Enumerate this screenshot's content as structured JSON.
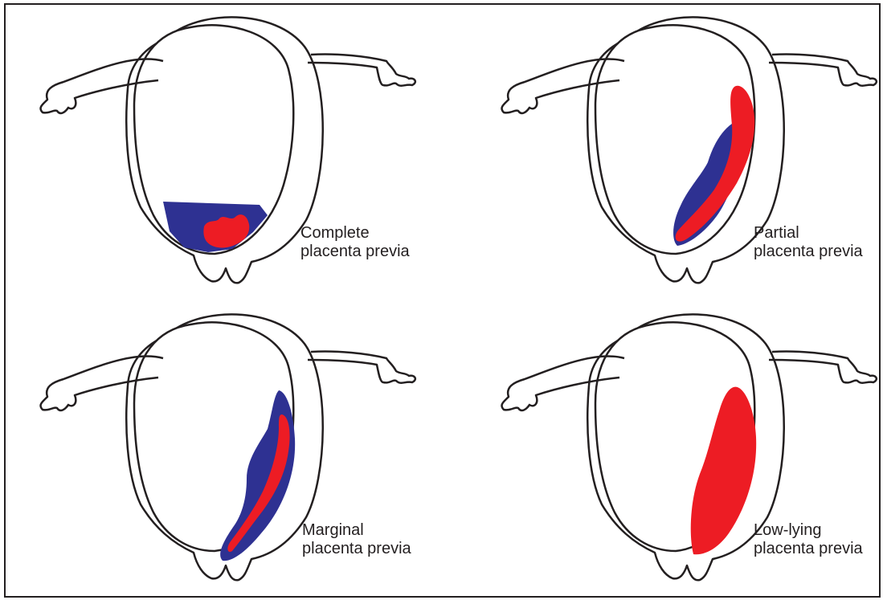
{
  "colors": {
    "outline": "#231f20",
    "placenta_blue": "#2e3192",
    "placenta_red": "#ed1c24",
    "background": "#ffffff"
  },
  "panels": [
    {
      "name": "complete",
      "caption_line1": "Complete",
      "caption_line2": "placenta previa"
    },
    {
      "name": "partial",
      "caption_line1": "Partial",
      "caption_line2": "placenta previa"
    },
    {
      "name": "marginal",
      "caption_line1": "Marginal",
      "caption_line2": "placenta previa"
    },
    {
      "name": "low-lying",
      "caption_line1": "Low-lying",
      "caption_line2": "placenta previa"
    }
  ]
}
